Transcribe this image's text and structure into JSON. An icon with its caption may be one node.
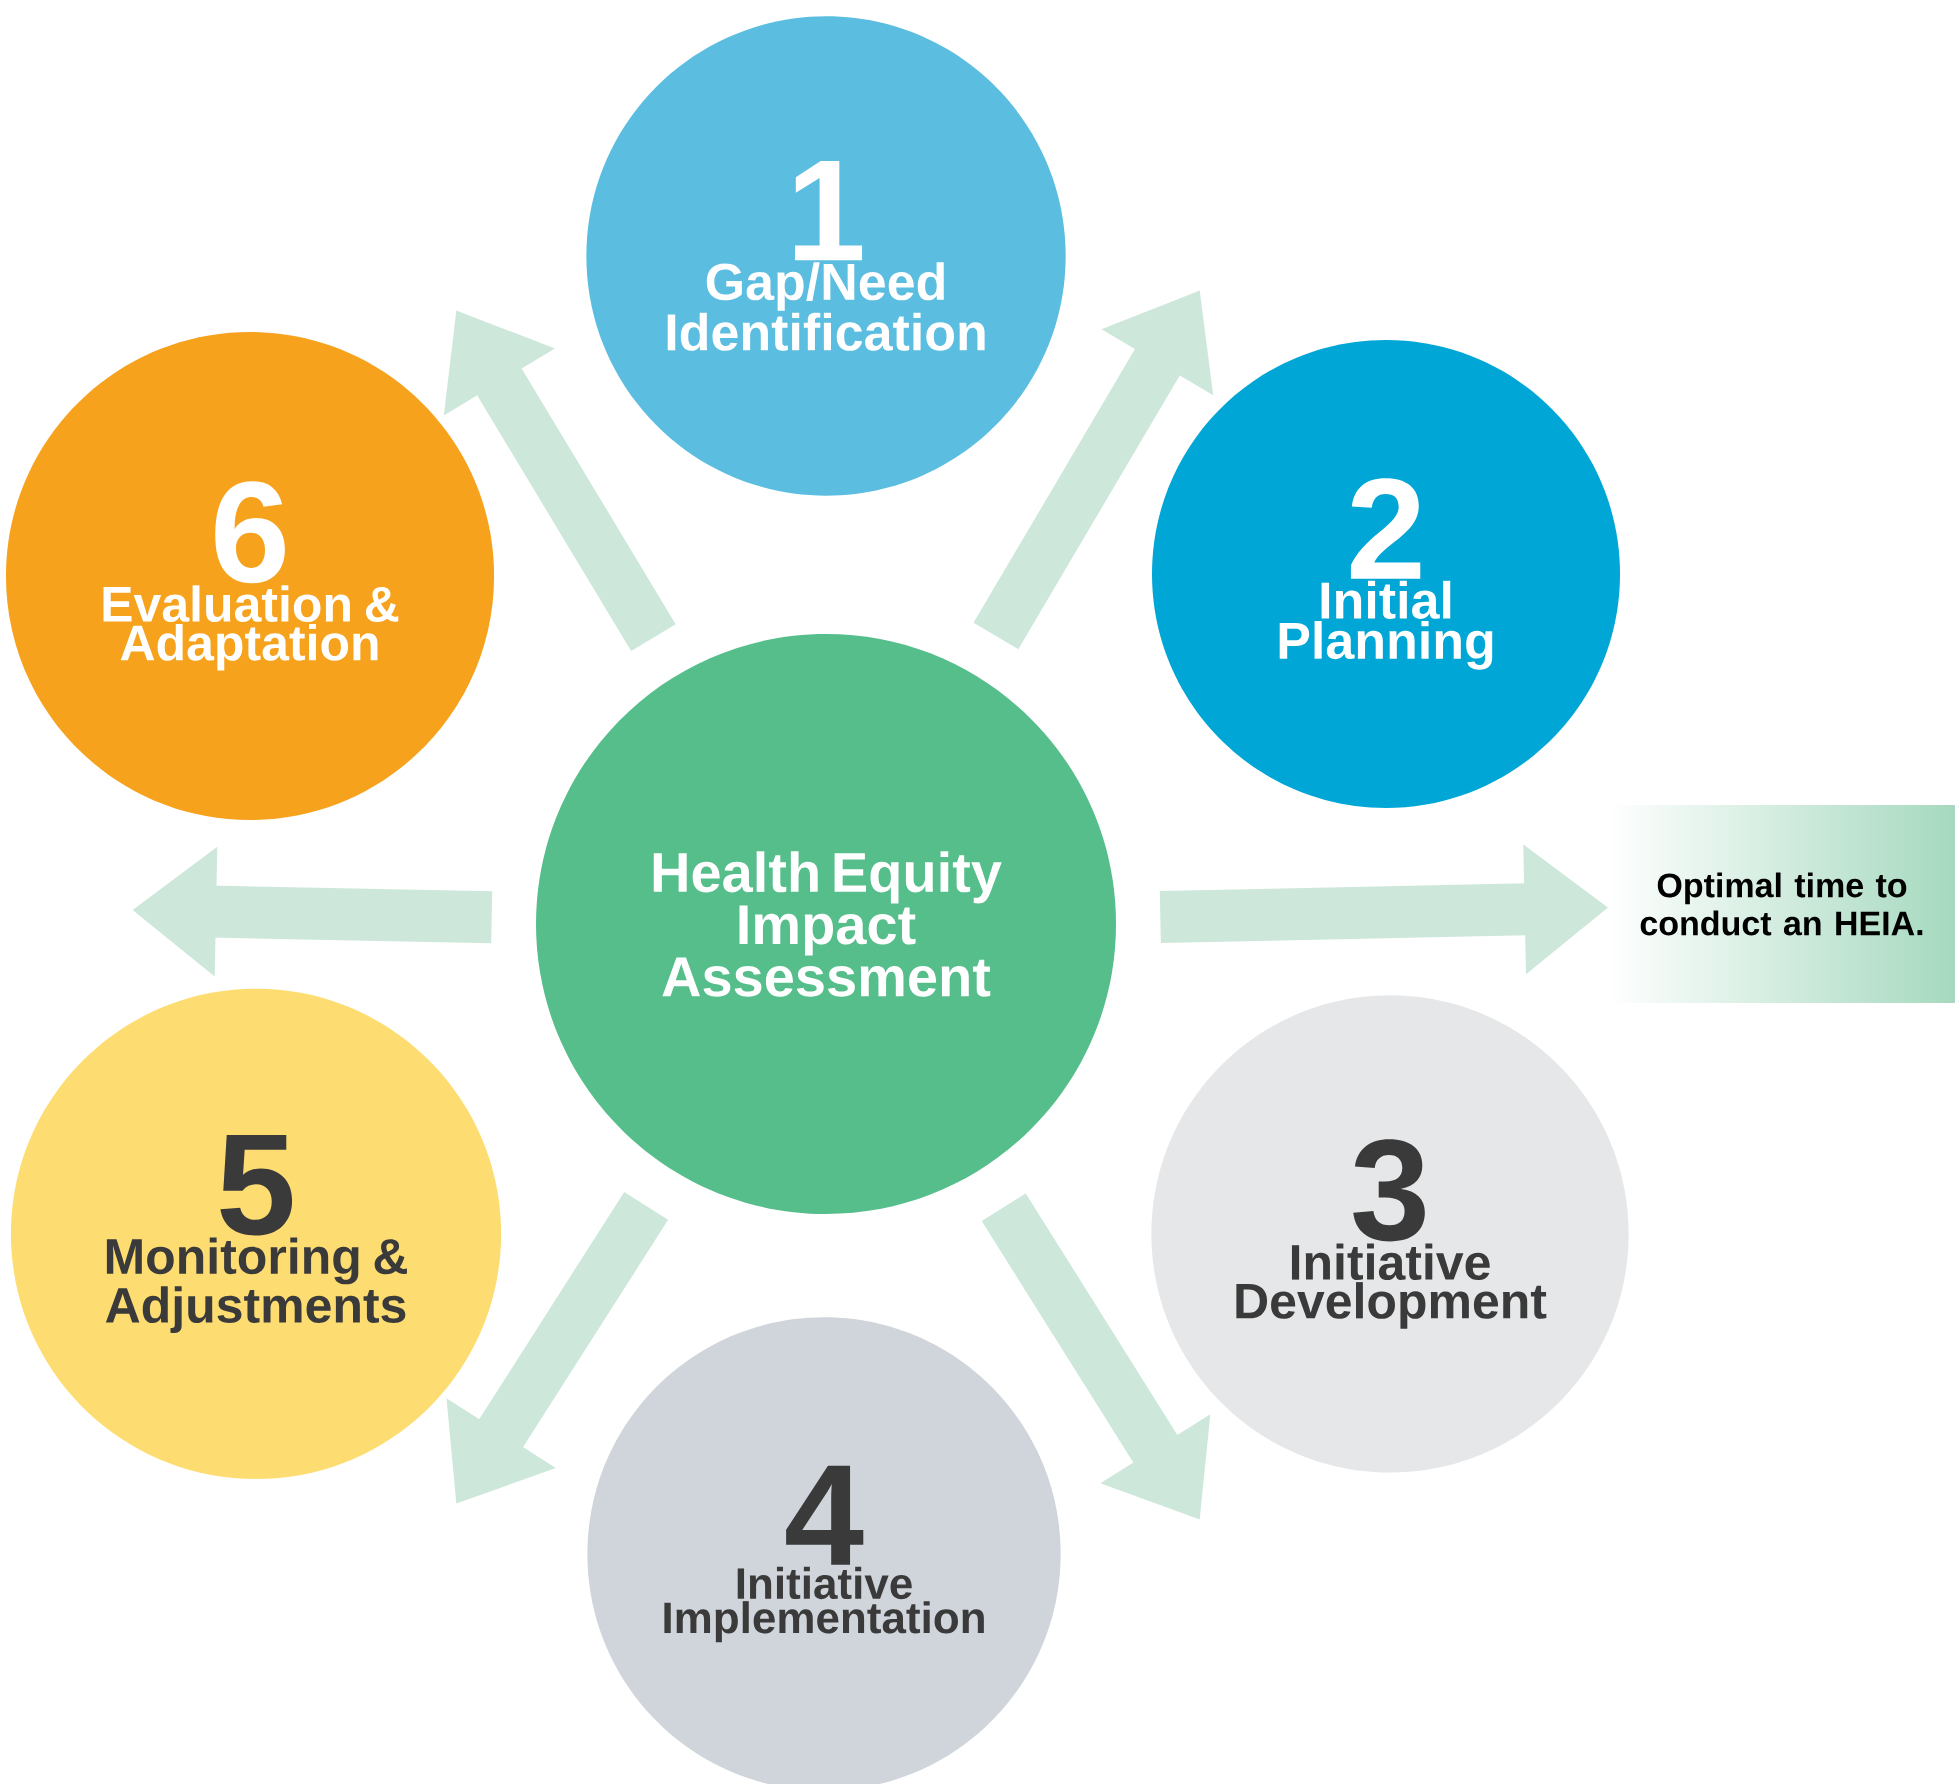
{
  "diagram": {
    "nodes": [
      {
        "text": [
          "Health Equity Impact Assessment"
        ]
      },
      {
        "text": [
          "1",
          "Gap/Need Identification"
        ]
      },
      {
        "text": [
          "2",
          "Initial Planning"
        ]
      },
      {
        "text": [
          "3",
          "Initiative Development"
        ]
      },
      {
        "text": [
          "4",
          "Initiative Implementation"
        ]
      },
      {
        "text": [
          "5",
          "Monitoring & Adjustments"
        ]
      },
      {
        "text": [
          "6",
          "Evaluation & Adaptation"
        ]
      },
      {
        "text": [
          "Optimal time to conduct an HEIA."
        ]
      }
    ],
    "edges": [
      {
        "from": 0,
        "to": null,
        "arrow": "to"
      },
      {
        "from": 0,
        "to": null,
        "arrow": "to"
      },
      {
        "from": 0,
        "to": 7,
        "arrow": "to"
      },
      {
        "from": 0,
        "to": null,
        "arrow": "to"
      },
      {
        "from": 0,
        "to": null,
        "arrow": "to"
      },
      {
        "from": 0,
        "to": null,
        "arrow": "to"
      }
    ]
  }
}
